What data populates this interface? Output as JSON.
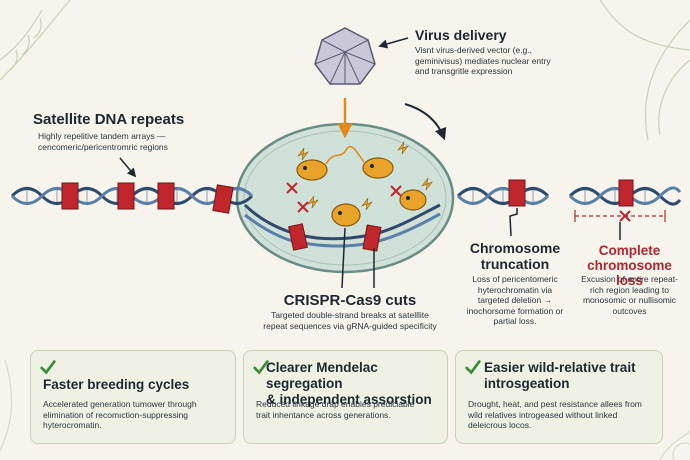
{
  "virus": {
    "title": "Virus delivery",
    "desc": [
      "Visnt virus-derived vector (e.g.,",
      "geminivisus) mediates nuclear entry",
      "and transgritle expression"
    ]
  },
  "satellite": {
    "title": "Satellite DNA repeats",
    "desc": [
      "Highly repelitive tandem arrays —",
      "cencomeric/pericentromric regions"
    ]
  },
  "crispr": {
    "title": "CRISPR-Cas9 cuts",
    "desc": [
      "Targeted double-strand breaks at satelllite",
      "repeat sequences via gRNA-guided specificity"
    ]
  },
  "truncation": {
    "title": [
      "Chromosome",
      "truncation"
    ],
    "desc": [
      "Loss of pericentomeric",
      "hyterochromatin via",
      "targeted deletion →",
      "inochorsome formation or",
      "partial loss."
    ]
  },
  "loss": {
    "title": [
      "Complete",
      "chromosome loss"
    ],
    "desc": [
      "Excusion of entire repeat-",
      "rich region leading to",
      "monosomic or nullisomic",
      "outcoves"
    ]
  },
  "cards": [
    {
      "title": [
        "Faster breeding cycles"
      ],
      "desc": [
        "Accelerated generation tumower through",
        "elimination of recomıction-suppressing",
        "hyterocromatin."
      ]
    },
    {
      "title": [
        "Clearer Mendelac segregation",
        "& independent assorstion"
      ],
      "desc": [
        "Reduced linkage drap enables prediciable",
        "trait inhentance across generations."
      ]
    },
    {
      "title": [
        "Easier wild-relative trait",
        "introsgeation"
      ],
      "desc": [
        "Drought, heat, and pest resistance allees from",
        "wild relatives introgeased without linked",
        "deleicrous locos."
      ]
    }
  ],
  "colors": {
    "background": "#f6f4ec",
    "dna_strand": "#2f4a6b",
    "dna_alt": "#5a7fa8",
    "satellite_block": "#c0272d",
    "nucleus_fill": "#cfe1d8",
    "cas9": "#e9a32a",
    "check": "#3d8a3a"
  }
}
